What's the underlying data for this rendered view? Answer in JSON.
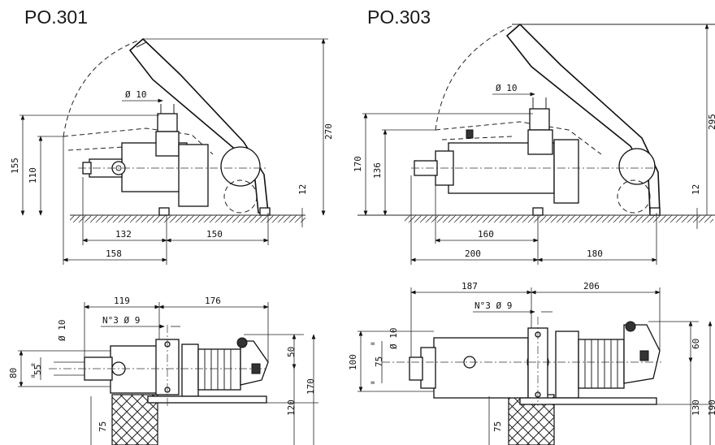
{
  "titles": {
    "left": "PO.301",
    "right": "PO.303"
  },
  "po301_side": {
    "dia_inlet": "Ø 10",
    "h_total": "270",
    "h_top": "155",
    "h_mid": "110",
    "gap": "12",
    "w_inner": "132",
    "w_right": "150",
    "w_outer": "158"
  },
  "po303_side": {
    "dia_inlet": "Ø 10",
    "h_total": "295",
    "h_top": "170",
    "h_mid": "136",
    "gap": "12",
    "w_inner": "160",
    "w_outer": "200",
    "w_right": "180"
  },
  "po301_top": {
    "w_left": "119",
    "w_right": "176",
    "holes": "N°3 Ø 9",
    "dia_side": "Ø 10",
    "h_outer": "80",
    "h_inner": "55",
    "h_head": "50",
    "h_total": "170",
    "h_mid": "120",
    "h_pedal": "75"
  },
  "po303_top": {
    "w_left": "187",
    "w_right": "206",
    "holes": "N°3 Ø 9",
    "dia_side": "Ø 10",
    "h_outer": "100",
    "h_inner": "75",
    "h_head": "60",
    "h_total": "190",
    "h_mid": "130",
    "h_pedal": "75"
  }
}
